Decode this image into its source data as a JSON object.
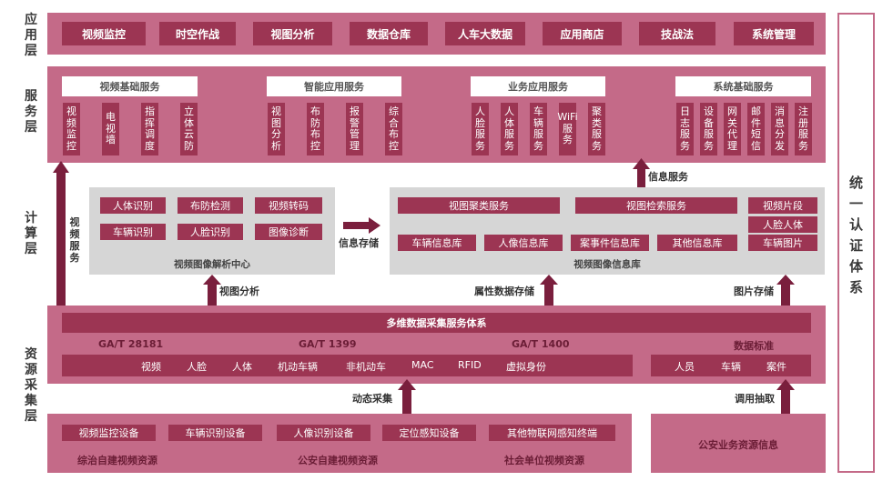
{
  "layers": {
    "app": "应用层",
    "service": "服务层",
    "compute": "计算层",
    "resource": "资源采集层"
  },
  "app_items": [
    "视频监控",
    "时空作战",
    "视图分析",
    "数据仓库",
    "人车大数据",
    "应用商店",
    "技战法",
    "系统管理"
  ],
  "service_groups": [
    {
      "title": "视频基础服务",
      "items": [
        "视频监控",
        "电视墙",
        "指挥调度",
        "立体云防"
      ]
    },
    {
      "title": "智能应用服务",
      "items": [
        "视图分析",
        "布防布控",
        "报警管理",
        "综合布控"
      ]
    },
    {
      "title": "业务应用服务",
      "items": [
        "人脸服务",
        "人体服务",
        "车辆服务",
        "WiFi服务",
        "聚类服务"
      ]
    },
    {
      "title": "系统基础服务",
      "items": [
        "日志服务",
        "设备服务",
        "网关代理",
        "邮件短信",
        "消息分发",
        "注册服务"
      ]
    }
  ],
  "compute": {
    "analysis_items": [
      "人体识别",
      "布防检测",
      "视频转码",
      "车辆识别",
      "人脸识别",
      "图像诊断"
    ],
    "analysis_title": "视频图像解析中心",
    "info_top": [
      "视图聚类服务",
      "视图检索服务"
    ],
    "info_bottom": [
      "车辆信息库",
      "人像信息库",
      "案事件信息库",
      "其他信息库"
    ],
    "info_right": [
      "视频片段",
      "人脸人体",
      "车辆图片"
    ],
    "info_title": "视频图像信息库",
    "video_service": "视频服务",
    "info_storage": "信息存储",
    "info_service": "信息服务",
    "view_analysis": "视图分析",
    "attr_storage": "属性数据存储",
    "image_storage": "图片存储"
  },
  "resource": {
    "platform": "多维数据采集服务体系",
    "standards": [
      "GA/T 28181",
      "GA/T 1399",
      "GA/T 1400",
      "数据标准"
    ],
    "data_types": [
      "视频",
      "人脸",
      "人体",
      "机动车辆",
      "非机动车",
      "MAC",
      "RFID",
      "虚拟身份"
    ],
    "police_types": [
      "人员",
      "车辆",
      "案件"
    ],
    "dynamic_collect": "动态采集",
    "call_extract": "调用抽取",
    "devices": [
      "视频监控设备",
      "车辆识别设备",
      "人像识别设备",
      "定位感知设备",
      "其他物联网感知终端"
    ],
    "resources": [
      "综治自建视频资源",
      "公安自建视频资源",
      "社会单位视频资源"
    ],
    "police_info": "公安业务资源信息"
  },
  "auth": "统一认证体系",
  "colors": {
    "panel": "#c46a88",
    "dark": "#9c3553",
    "arrow": "#7a1f3d",
    "gray": "#d6d6d6"
  }
}
